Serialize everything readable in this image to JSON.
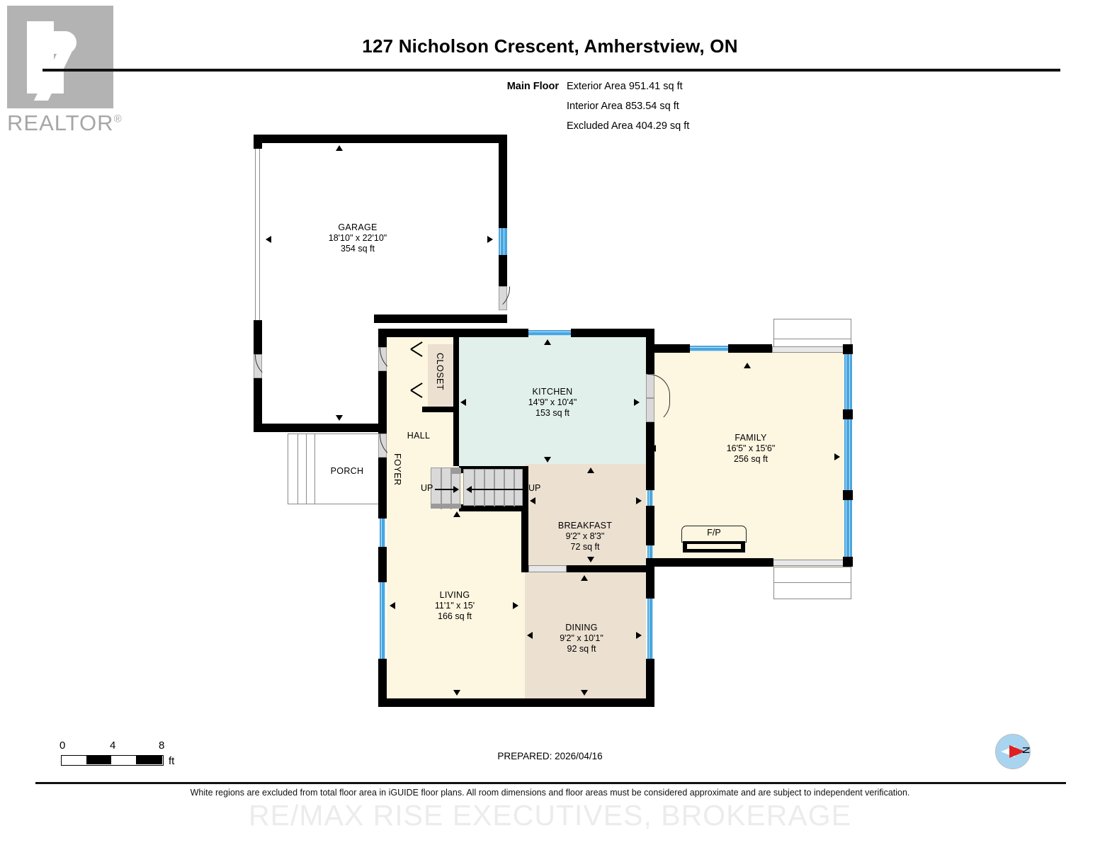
{
  "logo": {
    "word": "REALTOR",
    "registered": "®"
  },
  "header": {
    "title": "127 Nicholson Crescent, Amherstview, ON",
    "floor_label": "Main Floor",
    "exterior_area": "Exterior Area 951.41 sq ft",
    "interior_area": "Interior Area 853.54 sq ft",
    "excluded_area": "Excluded Area 404.29 sq ft"
  },
  "rooms": {
    "garage": {
      "name": "GARAGE",
      "dim": "18'10\" x 22'10\"",
      "sqft": "354 sq ft"
    },
    "kitchen": {
      "name": "KITCHEN",
      "dim": "14'9\" x 10'4\"",
      "sqft": "153 sq ft"
    },
    "family": {
      "name": "FAMILY",
      "dim": "16'5\" x 15'6\"",
      "sqft": "256 sq ft"
    },
    "breakfast": {
      "name": "BREAKFAST",
      "dim": "9'2\" x 8'3\"",
      "sqft": "72 sq ft"
    },
    "living": {
      "name": "LIVING",
      "dim": "11'1\" x 15'",
      "sqft": "166 sq ft"
    },
    "dining": {
      "name": "DINING",
      "dim": "9'2\" x 10'1\"",
      "sqft": "92 sq ft"
    },
    "hall": {
      "name": "HALL"
    },
    "foyer": {
      "name": "FOYER"
    },
    "closet": {
      "name": "CLOSET"
    },
    "porch": {
      "name": "PORCH"
    }
  },
  "features": {
    "fireplace": "F/P",
    "stair_up_left": "UP",
    "stair_up_right": "UP"
  },
  "scale": {
    "zero": "0",
    "mid": "4",
    "max": "8",
    "unit": "ft"
  },
  "footer": {
    "prepared": "PREPARED: 2026/04/16",
    "disclaimer": "White regions are excluded from total floor area in iGUIDE floor plans. All room dimensions and floor areas must be considered approximate and are subject to independent verification.",
    "watermark": "RE/MAX RISE EXECUTIVES, BROKERAGE",
    "compass_north": "N"
  },
  "colors": {
    "wall": "#000000",
    "window": "#49a6e0",
    "kitchen_fill": "#e2f0eb",
    "warm_fill": "#fdf6e0",
    "tan_fill": "#ece0d1",
    "excluded_fill": "#ffffff"
  }
}
